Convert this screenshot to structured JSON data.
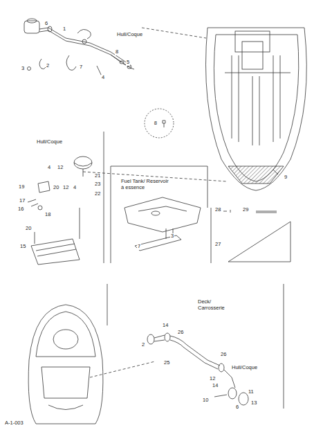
{
  "diagram": {
    "nodes": [
      {
        "text": [
          "8"
        ]
      }
    ],
    "labels": [
      "6",
      "1",
      "Hull/Coque",
      "8",
      "5",
      "4",
      "3",
      "2",
      "7",
      "9",
      "Hull/Coque",
      "4",
      "12",
      "21",
      "23",
      "22",
      "19",
      "20",
      "12",
      "4",
      "17",
      "16",
      "18",
      "20",
      "15",
      "Fuel Tank/ Reservoir à essence",
      "3",
      "7",
      "28",
      "29",
      "27",
      "Deck/ Carrosserie",
      "14",
      "26",
      "2",
      "25",
      "26",
      "Hull/Coque",
      "12",
      "14",
      "10",
      "11",
      "13",
      "6",
      "A-1-003"
    ]
  }
}
